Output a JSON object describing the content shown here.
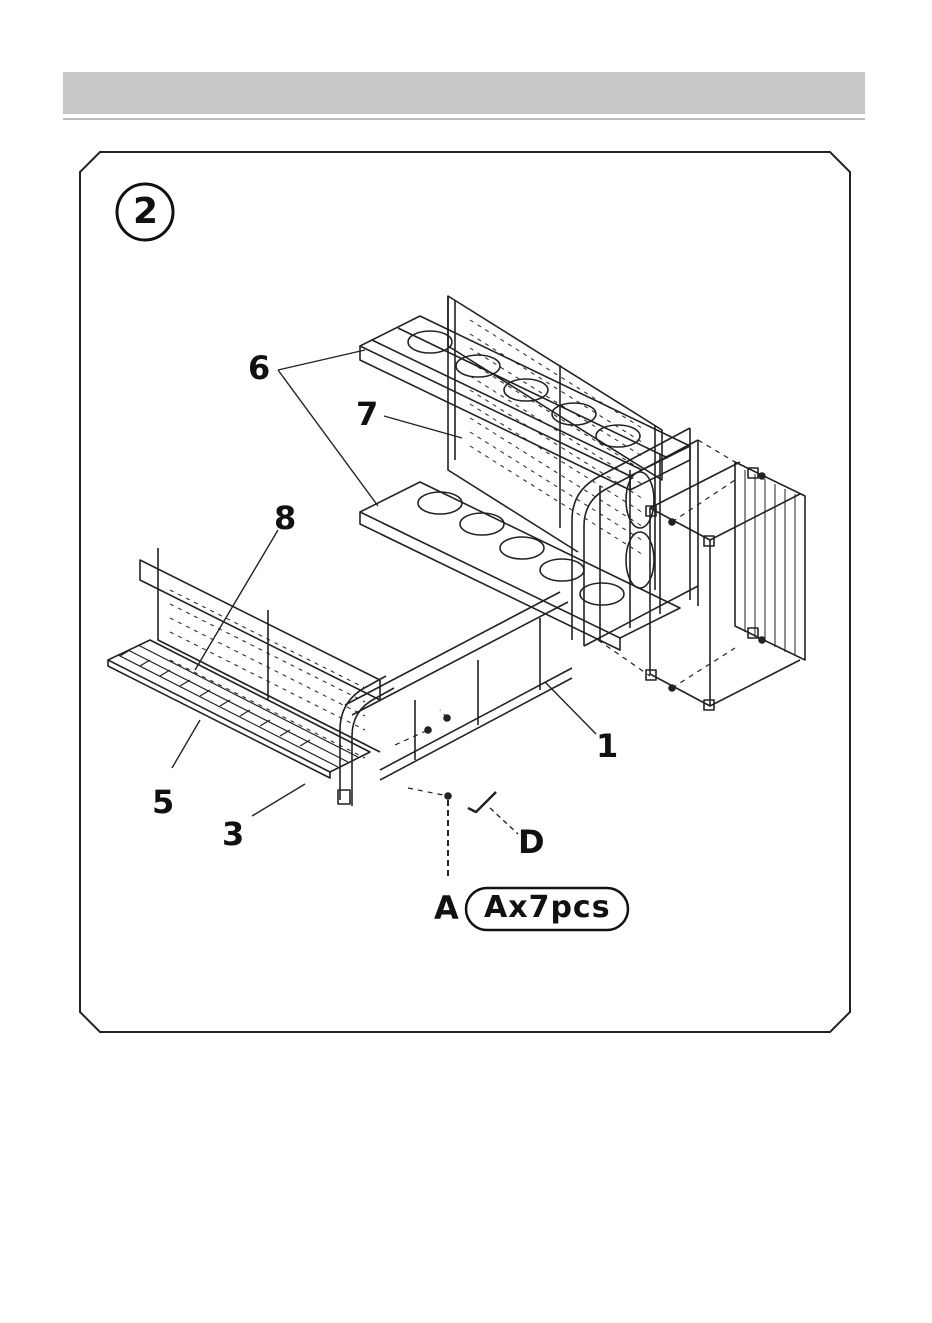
{
  "step": {
    "number": "2"
  },
  "callouts": {
    "c1": "1",
    "c3": "3",
    "c5": "5",
    "c6": "6",
    "c7": "7",
    "c8": "8",
    "cD": "D",
    "cA": "A"
  },
  "hardware": {
    "count_label": "Ax7pcs"
  }
}
